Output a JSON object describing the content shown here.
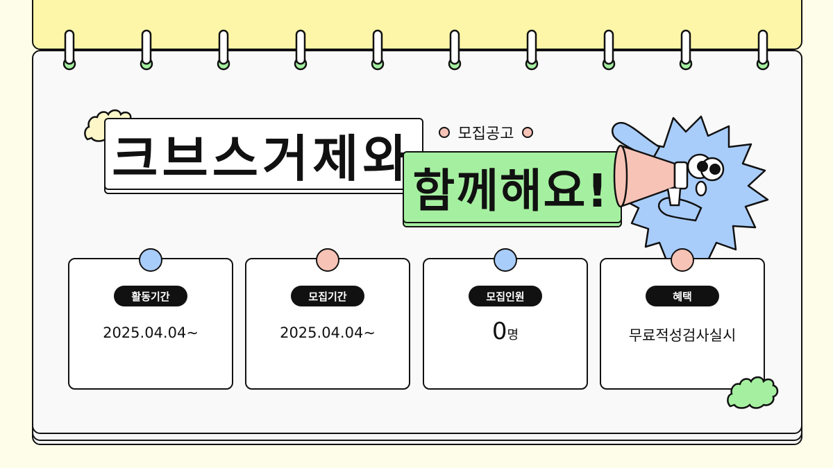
{
  "title": "크브스거제와",
  "notice": "모집공고",
  "headline": "함께해요!",
  "cards": [
    {
      "label": "활동기간",
      "value": "2025.04.04~"
    },
    {
      "label": "모집기간",
      "value": "2025.04.04~"
    },
    {
      "label": "모집인원",
      "value": "0",
      "unit": "명"
    },
    {
      "label": "혜택",
      "value": "무료적성검사실시"
    }
  ],
  "colors": {
    "background": "#fdfde9",
    "top_sheet": "#fdf6a8",
    "accent_green": "#a5f0a0",
    "pin_blue": "#a9cdfa",
    "pin_pink": "#f7c3b6",
    "mascot_blue": "#a9cdfa"
  },
  "icons": [
    "calendar-ring-icon",
    "megaphone-icon",
    "mascot-character",
    "cloud-scribble-icon"
  ]
}
